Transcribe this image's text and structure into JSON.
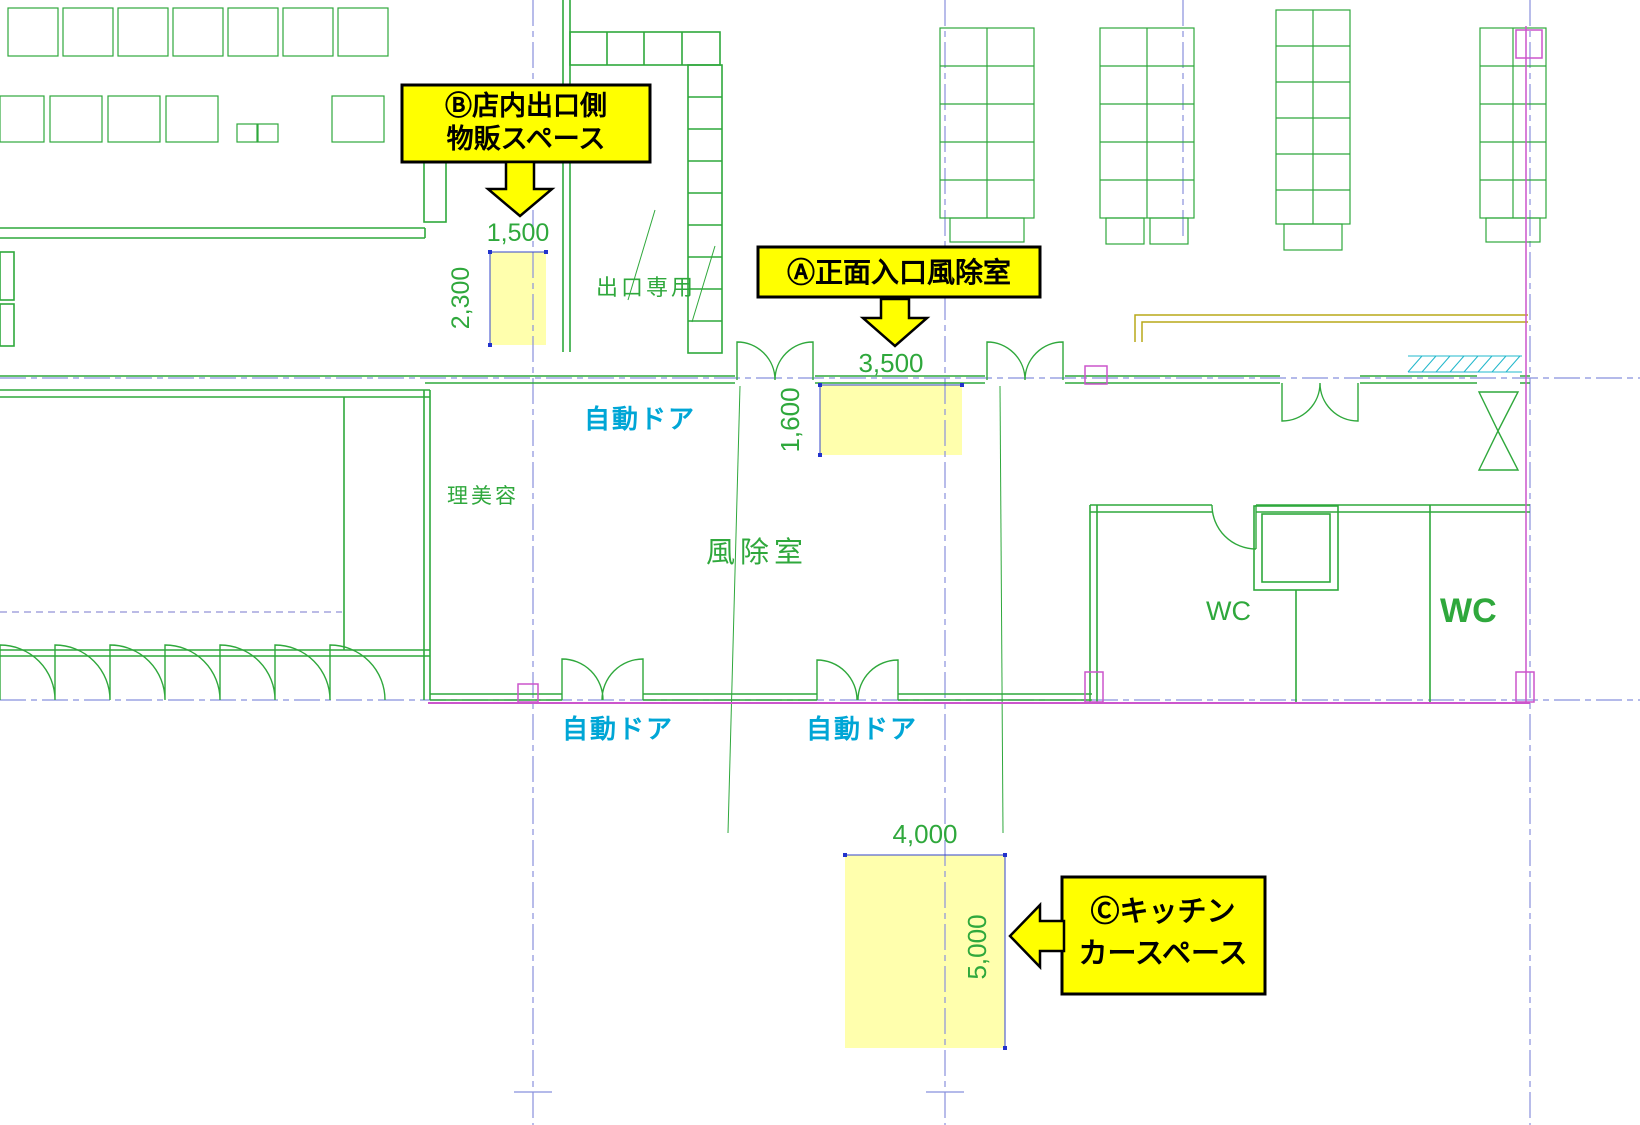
{
  "callouts": {
    "a": {
      "label": "Ⓐ正面入口風除室"
    },
    "b": {
      "line1": "Ⓑ店内出口側",
      "line2": "物販スペース"
    },
    "c": {
      "line1": "Ⓒキッチン",
      "line2": "カースペース"
    }
  },
  "dimensions": {
    "a": {
      "width": "3,500",
      "height": "1,600"
    },
    "b": {
      "width": "1,500",
      "height": "2,300"
    },
    "c": {
      "width": "4,000",
      "height": "5,000"
    }
  },
  "labels": {
    "exit_only": "出口専用",
    "auto_door": "自動ドア",
    "salon": "理美容",
    "vestibule": "風除室",
    "wc_left": "WC",
    "wc_right": "WC"
  },
  "colors": {
    "line_green": "#2fa83c",
    "text_cyan": "#00a6d6",
    "centerline_blue": "#8890dd",
    "dimension_blue": "#3344cc",
    "magenta": "#cc55cc",
    "olive": "#b8a818",
    "highlight_fill": "#ffff99",
    "callout_fill": "#ffff00",
    "callout_border": "#000000"
  }
}
